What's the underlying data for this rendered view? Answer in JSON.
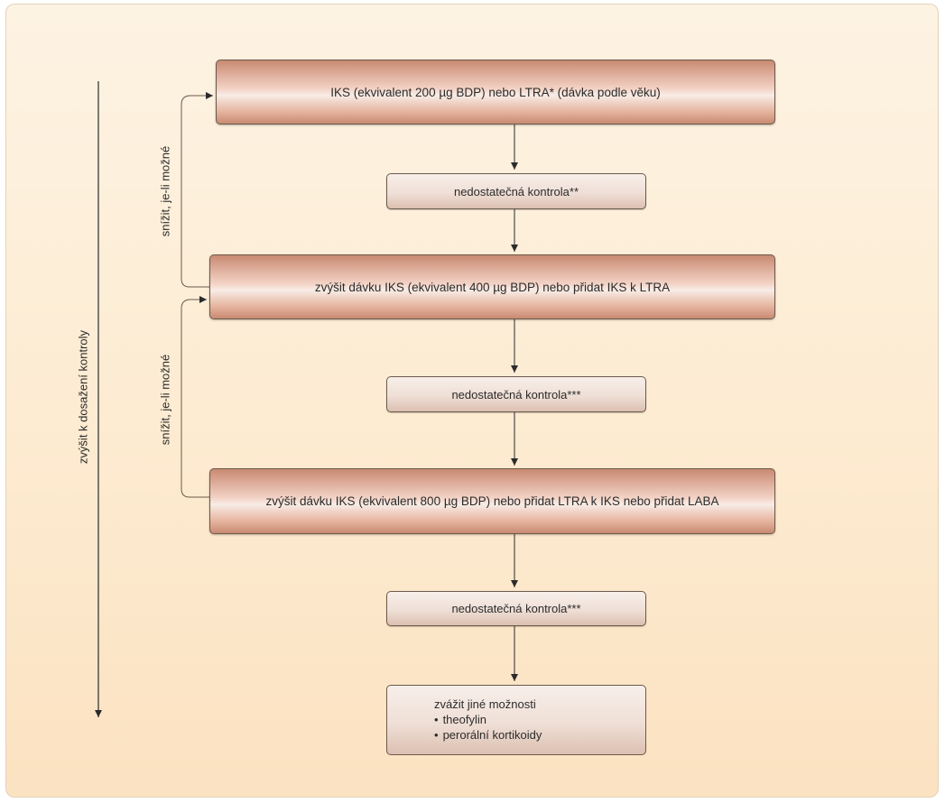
{
  "diagram": {
    "nodes": {
      "step1": "IKS (ekvivalent 200 µg BDP) nebo LTRA* (dávka podle věku)",
      "check1": "nedostatečná kontrola**",
      "step2": "zvýšit dávku IKS (ekvivalent 400 µg BDP) nebo přidat IKS k LTRA",
      "check2": "nedostatečná kontrola***",
      "step3": "zvýšit dávku IKS (ekvivalent 800 µg BDP) nebo přidat LTRA k IKS nebo přidat LABA",
      "check3": "nedostatečná kontrola***",
      "final": {
        "title": "zvážit jiné možnosti",
        "options": [
          "theofylin",
          "perorální kortikoidy"
        ]
      }
    },
    "side_labels": {
      "increase": "zvýšit k dosažení kontroly",
      "reduce_1": "snížit, je-li možné",
      "reduce_2": "snížit, je-li možné"
    },
    "colors": {
      "line": "#2b2b2b",
      "bracket": "#6b5a4c"
    }
  }
}
